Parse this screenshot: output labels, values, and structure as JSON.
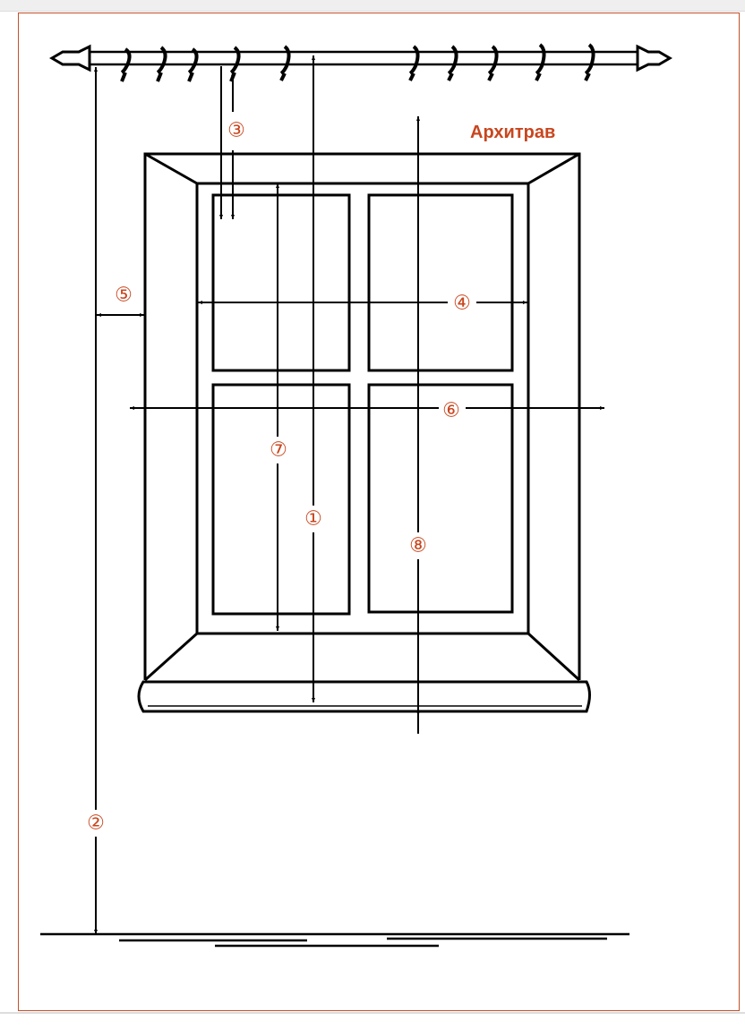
{
  "diagram": {
    "title_label": "Архитрав",
    "markers": {
      "m1": "①",
      "m2": "②",
      "m3": "③",
      "m4": "④",
      "m5": "⑤",
      "m6": "⑥",
      "m7": "⑦",
      "m8": "⑧"
    },
    "colors": {
      "accent": "#c8461e",
      "frame": "#c0502a",
      "ink": "#000000"
    }
  }
}
